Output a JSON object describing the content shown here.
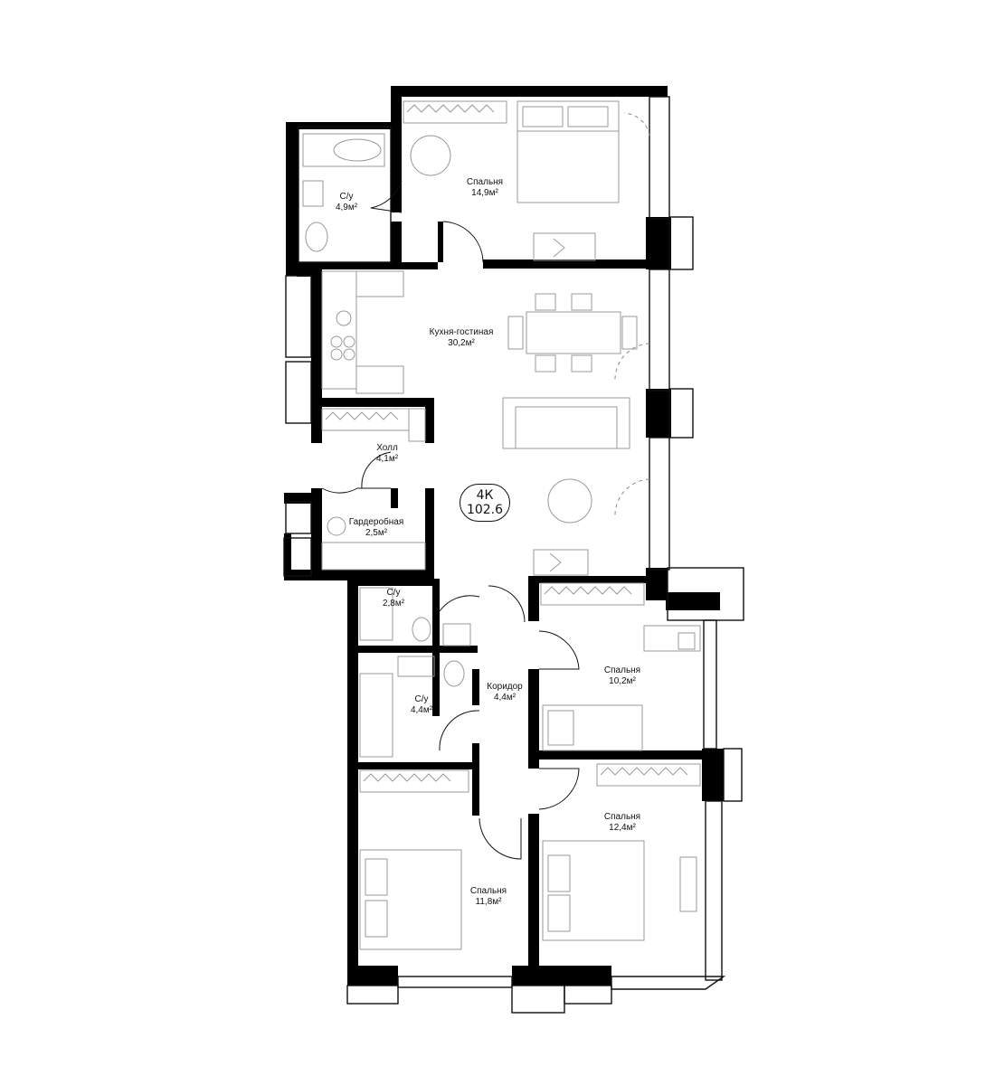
{
  "plan": {
    "type_label": "4К",
    "total_area": "102.6",
    "rooms": [
      {
        "id": "bathroom-1",
        "name": "С/у",
        "area": "4,9м²"
      },
      {
        "id": "bedroom-1",
        "name": "Спальня",
        "area": "14,9м²"
      },
      {
        "id": "kitchen-living",
        "name": "Кухня-гостиная",
        "area": "30,2м²"
      },
      {
        "id": "hall",
        "name": "Холл",
        "area": "4,1м²"
      },
      {
        "id": "wardrobe",
        "name": "Гардеробная",
        "area": "2,5м²"
      },
      {
        "id": "bathroom-2",
        "name": "С/у",
        "area": "2,8м²"
      },
      {
        "id": "bathroom-3",
        "name": "С/у",
        "area": "4,4м²"
      },
      {
        "id": "corridor",
        "name": "Коридор",
        "area": "4,4м²"
      },
      {
        "id": "bedroom-2",
        "name": "Спальня",
        "area": "10,2м²"
      },
      {
        "id": "bedroom-3",
        "name": "Спальня",
        "area": "12,4м²"
      },
      {
        "id": "bedroom-4",
        "name": "Спальня",
        "area": "11,8м²"
      }
    ]
  },
  "colors": {
    "wall": "#000000",
    "furniture": "#9a9a9a",
    "background": "#ffffff"
  }
}
